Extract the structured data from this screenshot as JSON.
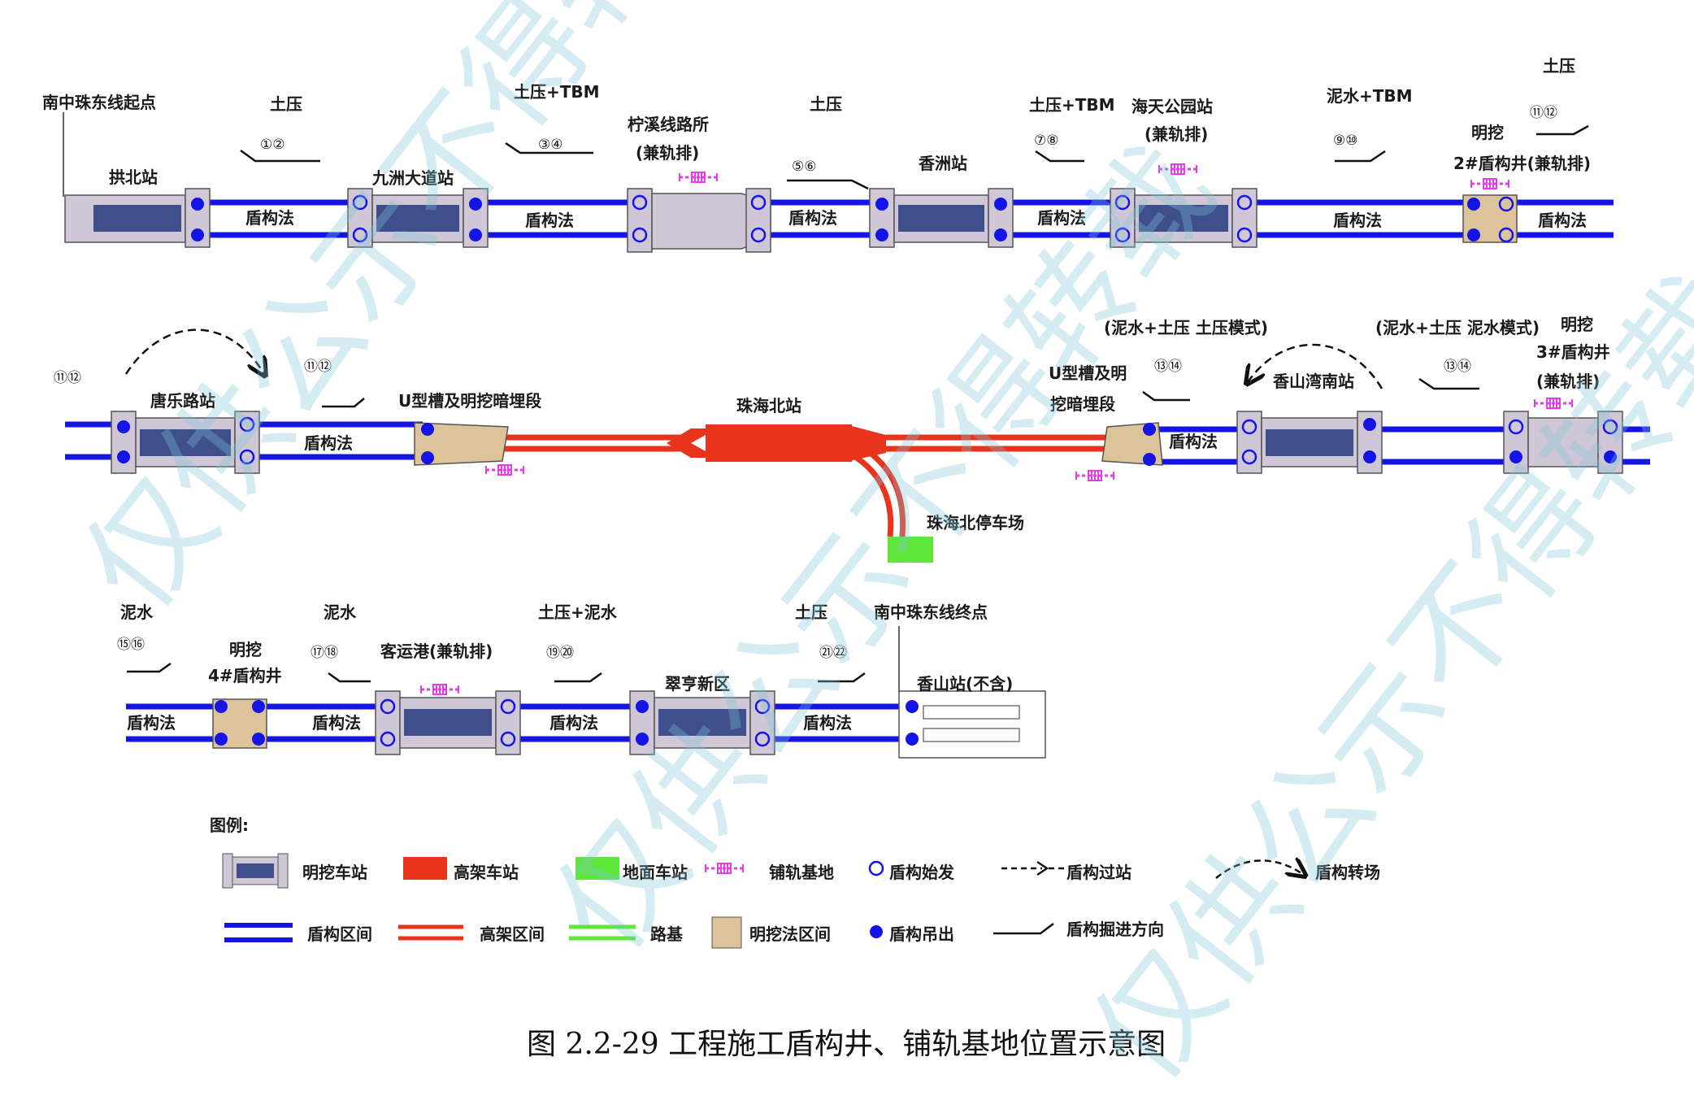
{
  "watermark": {
    "text": "仅供公示不得转载"
  },
  "row1": {
    "start_label": "南中珠东线起点",
    "stations": {
      "gongbei": "拱北站",
      "jiuzhou": "九洲大道站",
      "ningxi": "柠溪线路所",
      "ningxi_sub": "(兼轨排)",
      "xiangzhou": "香洲站",
      "haitian": "海天公园站",
      "haitian_sub": "(兼轨排)",
      "shaft2_top": "明挖",
      "shaft2": "2#盾构井(兼轨排)"
    },
    "methods": {
      "m1": "土压",
      "n1": "①②",
      "m2": "土压+TBM",
      "n2": "③④",
      "m3": "土压",
      "n3": "⑤⑥",
      "m4": "土压+TBM",
      "n4": "⑦⑧",
      "m5": "泥水+TBM",
      "n5": "⑨⑩",
      "m6": "土压",
      "n6": "⑪⑫"
    },
    "tunnel_labels": [
      "盾构法",
      "盾构法",
      "盾构法",
      "盾构法",
      "盾构法",
      "盾构法"
    ]
  },
  "row2": {
    "left_nums": "⑪⑫",
    "tangle": "唐乐路站",
    "nums_after_tangle": "⑪⑫",
    "tunnel_label": "盾构法",
    "utrough_left": "U型槽及明挖暗埋段",
    "zhuhai_north": "珠海北站",
    "depot": "珠海北停车场",
    "utrough_right_1": "U型槽及明",
    "utrough_right_2": "挖暗埋段",
    "method_a": "(泥水+土压 土压模式)",
    "nums_a": "⑬⑭",
    "tunnel_label_right": "盾构法",
    "xiangshanwan": "香山湾南站",
    "method_b": "(泥水+土压 泥水模式)",
    "nums_b": "⑬⑭",
    "shaft3_top": "明挖",
    "shaft3": "3#盾构井",
    "shaft3_sub": "(兼轨排)"
  },
  "row3": {
    "m_a": "泥水",
    "n_a": "⑮⑯",
    "shaft4_top": "明挖",
    "shaft4": "4#盾构井",
    "m_b": "泥水",
    "n_b": "⑰⑱",
    "keyun": "客运港(兼轨排)",
    "m_c": "土压+泥水",
    "n_c": "⑲⑳",
    "cuiheng": "翠亨新区",
    "m_d": "土压",
    "n_d": "㉑㉒",
    "end_label": "南中珠东线终点",
    "xiangshan": "香山站(不含)",
    "tunnel_labels": [
      "盾构法",
      "盾构法",
      "盾构法",
      "盾构法"
    ]
  },
  "legend": {
    "title": "图例:",
    "items": {
      "open_station": "明挖车站",
      "elevated_station": "高架车站",
      "ground_station": "地面车站",
      "track_base": "铺轨基地",
      "shield_launch": "盾构始发",
      "shield_pass": "盾构过站",
      "shield_transfer": "盾构转场",
      "shield_section": "盾构区间",
      "elevated_section": "高架区间",
      "roadbed": "路基",
      "open_section": "明挖法区间",
      "shield_lift": "盾构吊出",
      "shield_direction": "盾构掘进方向"
    }
  },
  "caption": "图 2.2-29  工程施工盾构井、铺轨基地位置示意图",
  "colors": {
    "shield_blue": "#1414e6",
    "elevated_red": "#e8341c",
    "ground_green": "#5fe63a",
    "station_gray": "#cfc6d6",
    "station_core": "#3f4f8c",
    "open_tan": "#dcc39a",
    "track_magenta": "#e43ce6"
  }
}
